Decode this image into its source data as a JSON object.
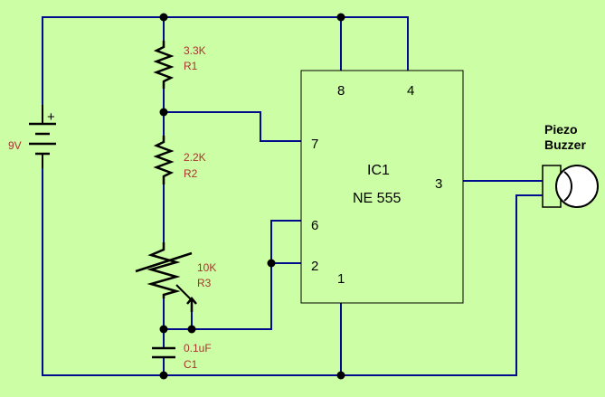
{
  "colors": {
    "background": "#ccffa5",
    "wire": "#000c8c",
    "component_label": "#a8332e",
    "body": "#000000"
  },
  "battery": {
    "voltage": "9V",
    "polarity_mark": "+"
  },
  "r1": {
    "value": "3.3K",
    "ref": "R1"
  },
  "r2": {
    "value": "2.2K",
    "ref": "R2"
  },
  "r3": {
    "value": "10K",
    "ref": "R3"
  },
  "c1": {
    "value": "0.1uF",
    "ref": "C1"
  },
  "ic": {
    "ref": "IC1",
    "part": "NE 555",
    "pins": {
      "p8": "8",
      "p4": "4",
      "p7": "7",
      "p3": "3",
      "p6": "6",
      "p2": "2",
      "p1": "1"
    }
  },
  "buzzer": {
    "line1": "Piezo",
    "line2": "Buzzer"
  }
}
